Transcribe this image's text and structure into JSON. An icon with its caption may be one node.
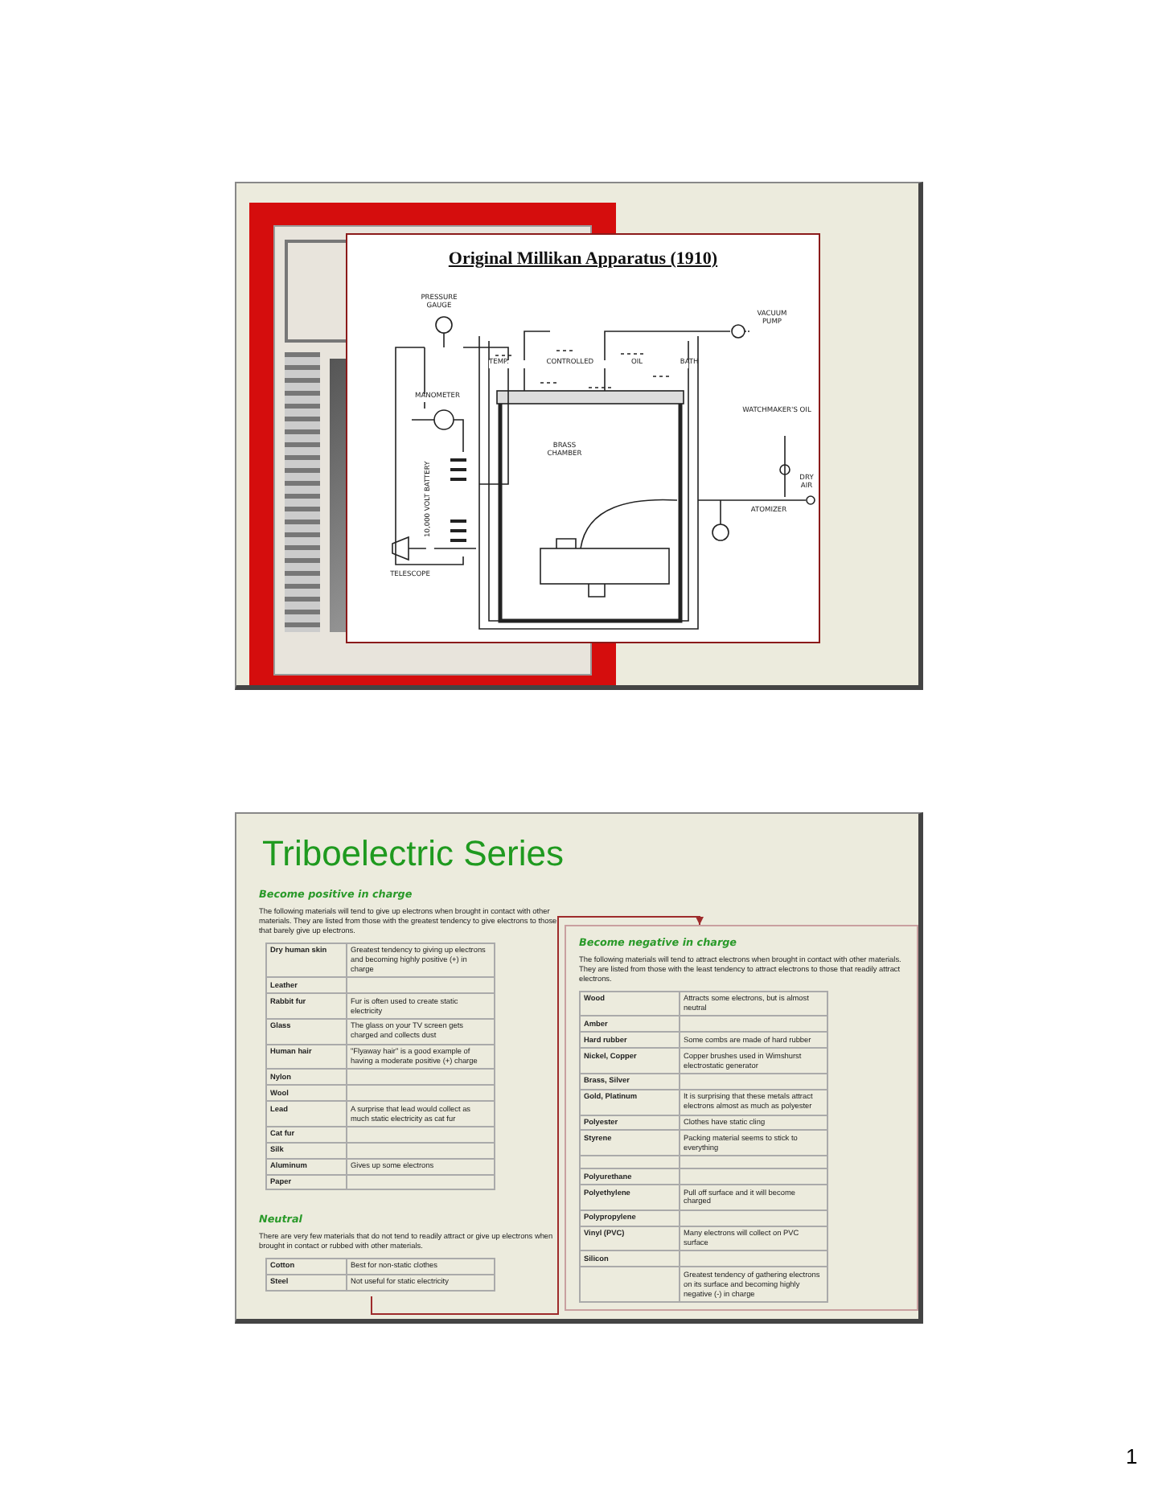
{
  "diagram": {
    "nodes": [
      {
        "text": [
          "Original Millikan Apparatus (1910)"
        ]
      },
      {
        "text": [
          "Triboelectric Series"
        ]
      },
      {
        "text": [
          "Become positive in charge",
          "The following materials will tend to give up electrons when brought in contact with other materials. They are listed from those with the greatest tendency to give electrons to those that barely give up electrons."
        ],
        "in": 1
      },
      {
        "text": [
          "Neutral",
          "There are very few materials that do not tend to readily attract or give up electrons when brought in contact or rubbed with other materials."
        ],
        "in": 1
      },
      {
        "text": [
          "Become negative in charge",
          "The following materials will tend to attract electrons when brought in contact with other materials. They are listed from those with the least tendency to attract electrons to those that readily attract electrons."
        ],
        "in": 1
      }
    ],
    "edges": [
      {
        "from": 3,
        "to": 4,
        "arrow": "to"
      }
    ],
    "labels": [
      "PRESSURE GAUGE",
      "VACUUM PUMP",
      "TEMP. CONTROLLED OIL BATH",
      "MANOMETER",
      "WATCHMAKER'S OIL",
      "BRASS CHAMBER",
      "10,000 VOLT BATTERY",
      "ATOMIZER",
      "DRY AIR",
      "TELESCOPE",
      "Dry human skin",
      "Greatest tendency to giving up electrons and becoming highly positive (+) in charge",
      "Leather",
      "Rabbit fur",
      "Fur is often used to create static electricity",
      "Glass",
      "The glass on your TV screen gets charged and collects dust",
      "Human hair",
      "\"Flyaway hair\" is a good example of having a moderate positive (+) charge",
      "Nylon",
      "Wool",
      "Lead",
      "A surprise that lead would collect as much static electricity as cat fur",
      "Cat fur",
      "Silk",
      "Aluminum",
      "Gives up some electrons",
      "Paper",
      "Cotton",
      "Best for non-static clothes",
      "Steel",
      "Not useful for static electricity",
      "Wood",
      "Attracts some electrons, but is almost neutral",
      "Amber",
      "Hard rubber",
      "Some combs are made of hard rubber",
      "Nickel, Copper",
      "Copper brushes used in Wimshurst electrostatic generator",
      "Brass, Silver",
      "Gold, Platinum",
      "It is surprising that these metals attract electrons almost as much as polyester",
      "Polyester",
      "Clothes have static cling",
      "Styrene",
      "Packing material seems to stick to everything",
      "Polyurethane",
      "Polyethylene",
      "Pull off surface and it will become charged",
      "Polypropylene",
      "Vinyl (PVC)",
      "Many electrons will collect on PVC surface",
      "Silicon",
      "Greatest tendency of gathering electrons on its surface and becoming highly negative (-) in charge",
      "1"
    ]
  }
}
